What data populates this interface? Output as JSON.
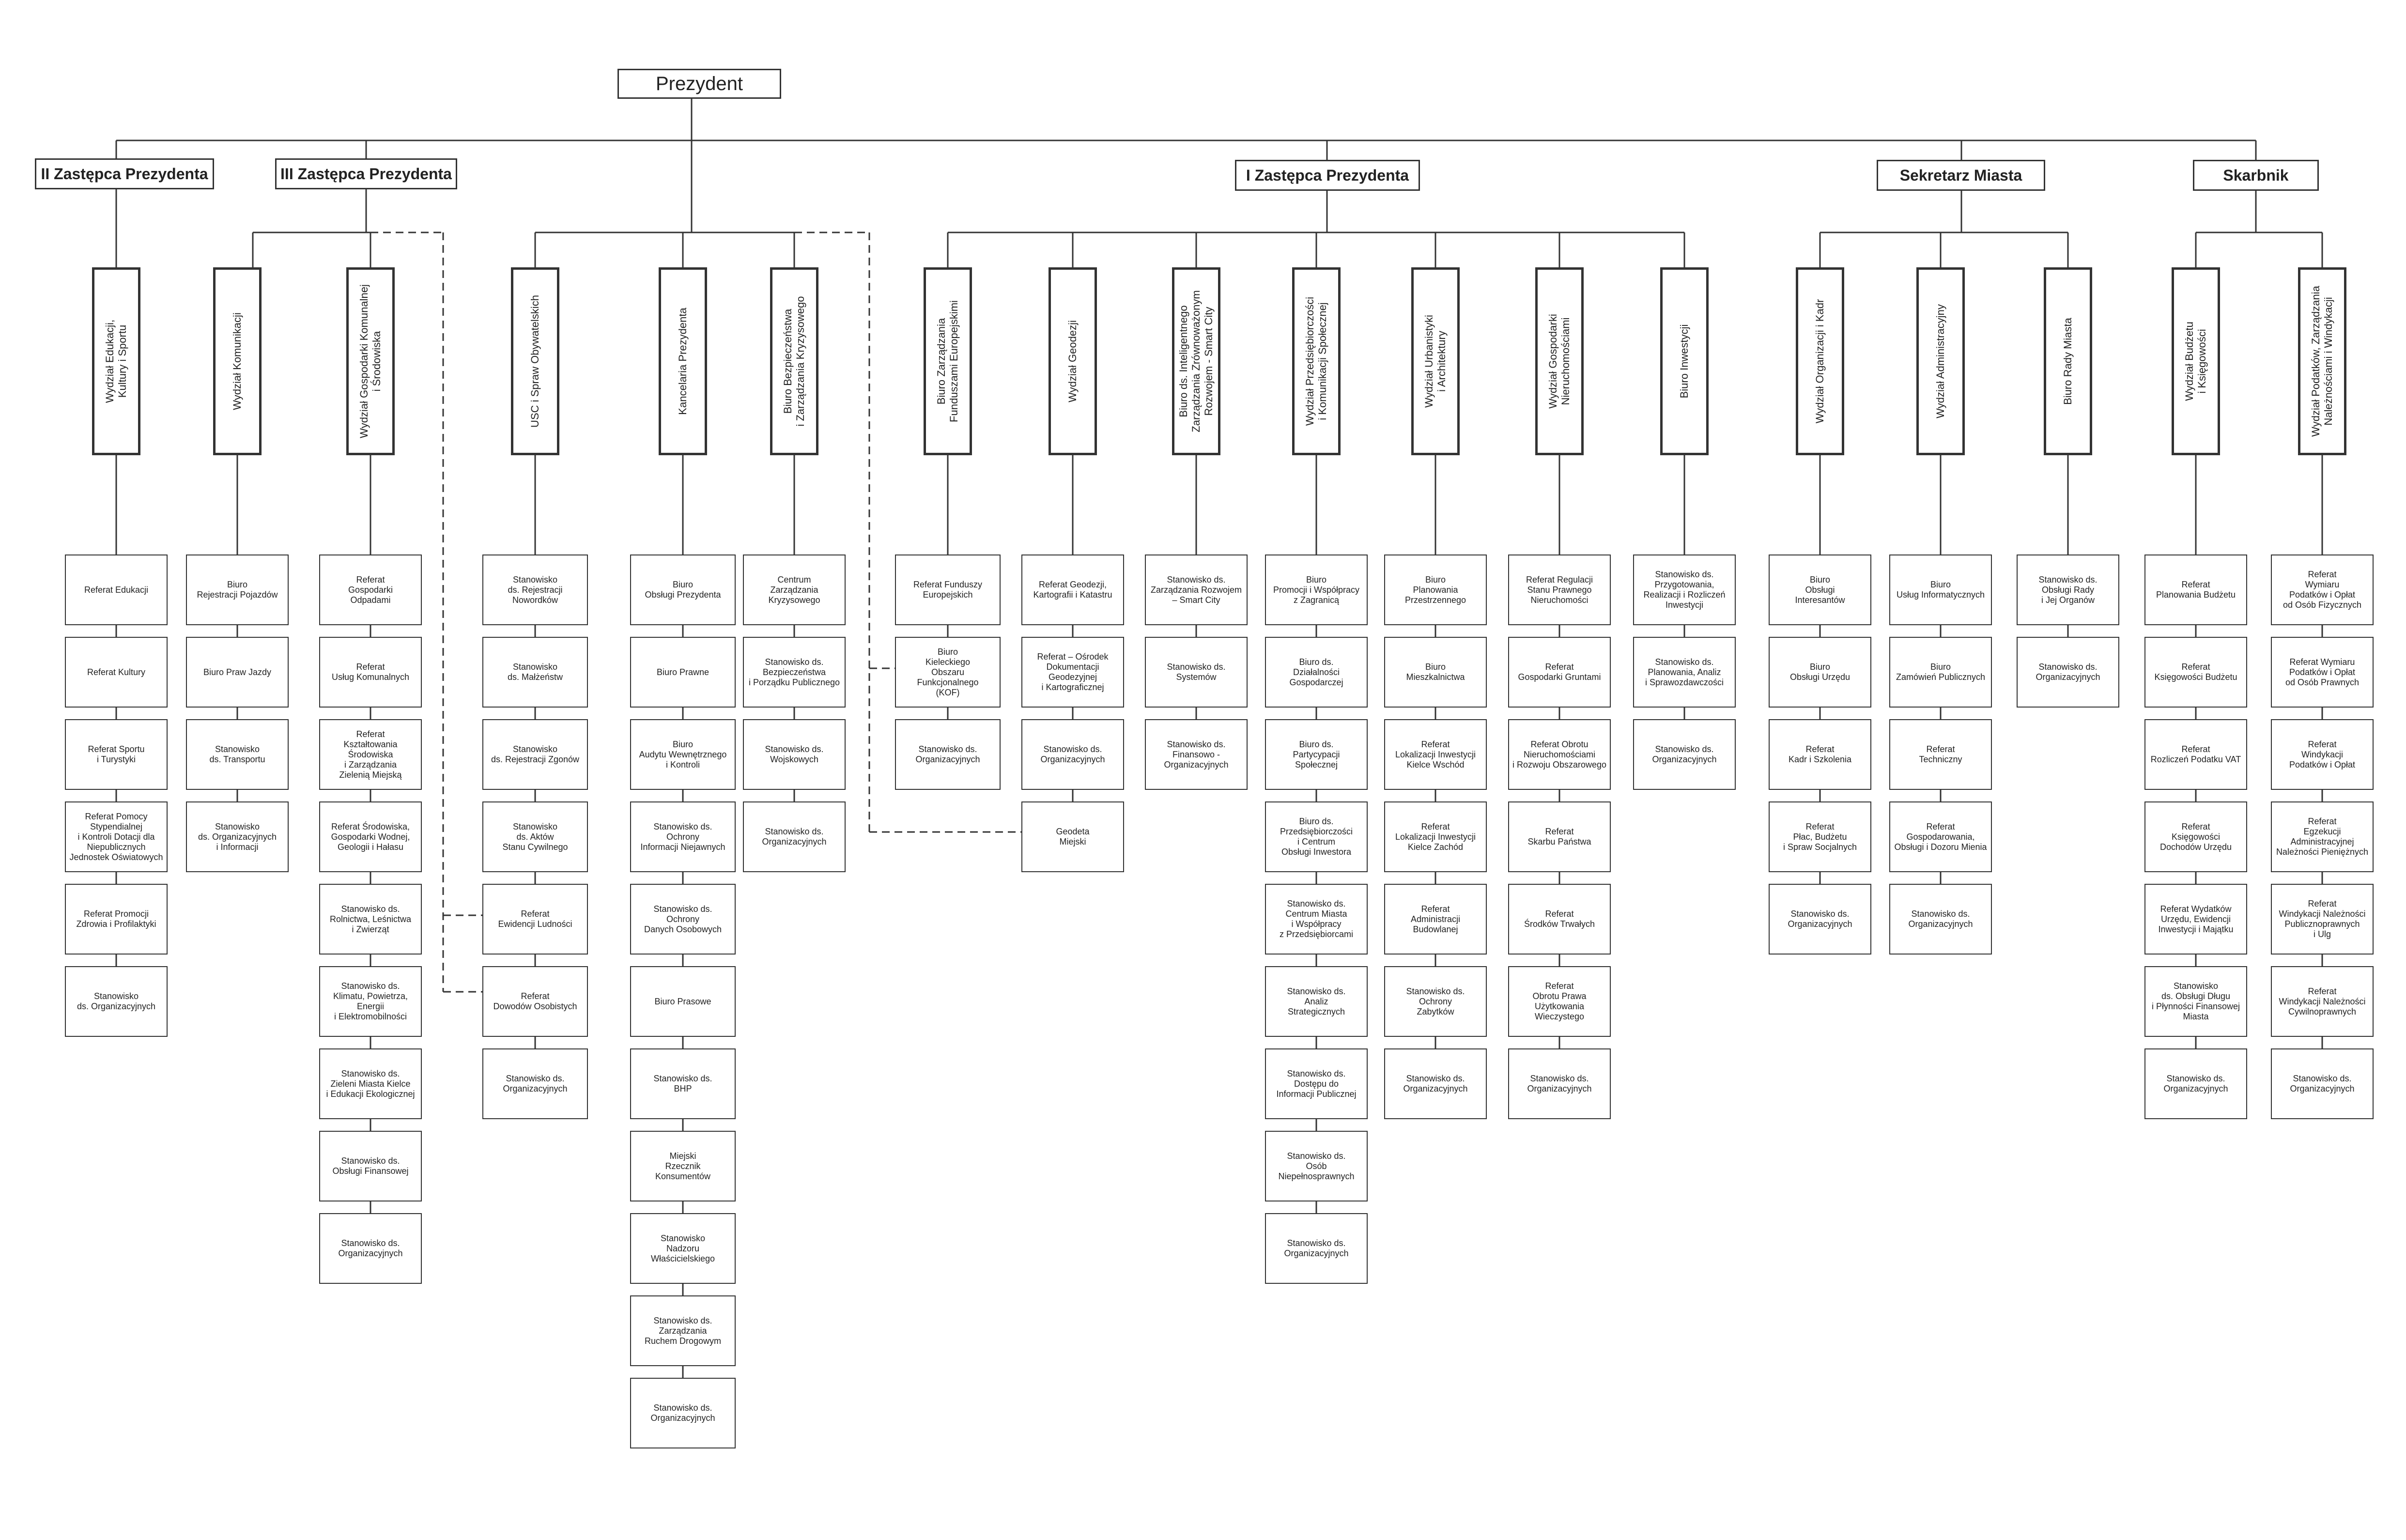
{
  "top": {
    "label": "Prezydent"
  },
  "deputies": [
    {
      "label": "II Zastępca Prezydenta"
    },
    {
      "label": "III Zastępca Prezydenta"
    },
    {
      "label": "I Zastępca Prezydenta"
    },
    {
      "label": "Sekretarz Miasta"
    },
    {
      "label": "Skarbnik"
    }
  ],
  "columns": [
    {
      "dept": "Wydział Edukacji,\nKultury i Sportu",
      "units": [
        "Referat Edukacji",
        "Referat Kultury",
        "Referat Sportu\ni Turystyki",
        "Referat Pomocy\nStypendialnej\ni Kontroli Dotacji dla\nNiepublicznych\nJednostek  Oświatowych",
        "Referat Promocji\nZdrowia i Profilaktyki",
        "Stanowisko\nds. Organizacyjnych"
      ]
    },
    {
      "dept": "Wydział Komunikacji",
      "units": [
        "Biuro\nRejestracji Pojazdów",
        "Biuro Praw Jazdy",
        "Stanowisko\nds. Transportu",
        "Stanowisko\nds. Organizacyjnych\ni Informacji"
      ]
    },
    {
      "dept": "Wydział Gospodarki Komunalnej\ni Środowiska",
      "units": [
        "Referat\nGospodarki\nOdpadami",
        "Referat\nUsług Komunalnych",
        "Referat\nKształtowania\nŚrodowiska\ni Zarządzania\nZielenią Miejską",
        "Referat Środowiska,\nGospodarki Wodnej,\nGeologii i Hałasu",
        "Stanowisko ds.\nRolnictwa, Leśnictwa\ni Zwierząt",
        "Stanowisko ds.\nKlimatu, Powietrza,\nEnergii\ni Elektromobilności",
        "Stanowisko ds.\nZieleni Miasta Kielce\ni Edukacji Ekologicznej",
        "Stanowisko ds.\nObsługi Finansowej",
        "Stanowisko ds.\nOrganizacyjnych"
      ]
    },
    {
      "dept": "USC i Spraw Obywatelskich",
      "units": [
        "Stanowisko\nds. Rejestracji\nNowordków",
        "Stanowisko\nds. Małżeństw",
        "Stanowisko\nds. Rejestracji Zgonów",
        "Stanowisko\nds. Aktów\nStanu Cywilnego",
        "Referat\nEwidencji Ludności",
        "Referat\nDowodów Osobistych",
        "Stanowisko ds.\nOrganizacyjnych"
      ]
    },
    {
      "dept": "Kancelaria Prezydenta",
      "units": [
        "Biuro\nObsługi Prezydenta",
        "Biuro Prawne",
        "Biuro\nAudytu Wewnętrznego\ni Kontroli",
        "Stanowisko ds.\nOchrony\nInformacji Niejawnych",
        "Stanowisko ds.\nOchrony\nDanych Osobowych",
        "Biuro Prasowe",
        "Stanowisko ds.\nBHP",
        "Miejski\nRzecznik\nKonsumentów",
        "Stanowisko\nNadzoru\nWłaścicielskiego",
        "Stanowisko ds.\nZarządzania\nRuchem Drogowym",
        "Stanowisko ds.\nOrganizacyjnych"
      ]
    },
    {
      "dept": "Biuro Bezpieczeństwa\ni Zarządzania Kryzysowego",
      "units": [
        "Centrum\nZarządzania\nKryzysowego",
        "Stanowisko ds.\nBezpieczeństwa\ni Porządku Publicznego",
        "Stanowisko ds.\nWojskowych",
        "Stanowisko ds.\nOrganizacyjnych"
      ]
    },
    {
      "dept": "Biuro Zarządzania\nFunduszami Europejskimi",
      "units": [
        "Referat Funduszy\nEuropejskich",
        "Biuro\nKieleckiego\nObszaru\nFunkcjonalnego\n(KOF)",
        "Stanowisko ds.\nOrganizacyjnych"
      ]
    },
    {
      "dept": "Wydział Geodezji",
      "units": [
        "Referat Geodezji,\nKartografii i Katastru",
        "Referat – Ośrodek\nDokumentacji\nGeodezyjnej\ni Kartograficznej",
        "Stanowisko ds.\nOrganizacyjnych",
        "Geodeta\nMiejski"
      ]
    },
    {
      "dept": "Biuro ds. Inteligentnego\nZarządzania Zrównoważonym\nRozwojem - Smart City",
      "units": [
        "Stanowisko ds.\nZarządzania Rozwojem\n– Smart City",
        "Stanowisko ds.\nSystemów",
        "Stanowisko ds.\nFinansowo -\nOrganizacyjnych"
      ]
    },
    {
      "dept": "Wydział Przedsiębiorczości\ni Komunikacji Społecznej",
      "units": [
        "Biuro\nPromocji i Współpracy\nz Zagranicą",
        "Biuro ds.\nDziałalności\nGospodarczej",
        "Biuro ds.\nPartycypacji\nSpołecznej",
        "Biuro ds.\nPrzedsiębiorczości\ni Centrum\nObsługi Inwestora",
        "Stanowisko ds.\nCentrum Miasta\ni Współpracy\nz Przedsiębiorcami",
        "Stanowisko ds.\nAnaliz\nStrategicznych",
        "Stanowisko ds.\nDostępu do\nInformacji Publicznej",
        "Stanowisko ds.\nOsób\nNiepełnosprawnych",
        "Stanowisko ds.\nOrganizacyjnych"
      ]
    },
    {
      "dept": "Wydział Urbanistyki\ni Architektury",
      "units": [
        "Biuro\nPlanowania\nPrzestrzennego",
        "Biuro\nMieszkalnictwa",
        "Referat\nLokalizacji Inwestycji\nKielce Wschód",
        "Referat\nLokalizacji Inwestycji\nKielce Zachód",
        "Referat\nAdministracji\nBudowlanej",
        "Stanowisko ds.\nOchrony\nZabytków",
        "Stanowisko ds.\nOrganizacyjnych"
      ]
    },
    {
      "dept": "Wydział Gospodarki\nNieruchomościami",
      "units": [
        "Referat Regulacji\nStanu Prawnego\nNieruchomości",
        "Referat\nGospodarki Gruntami",
        "Referat Obrotu\nNieruchomościami\ni Rozwoju Obszarowego",
        "Referat\nSkarbu Państwa",
        "Referat\nŚrodków Trwałych",
        "Referat\nObrotu Prawa\nUżytkowania\nWieczystego",
        "Stanowisko ds.\nOrganizacyjnych"
      ]
    },
    {
      "dept": "Biuro Inwestycji",
      "units": [
        "Stanowisko ds.\nPrzygotowania,\nRealizacji i Rozliczeń\nInwestycji",
        "Stanowisko ds.\nPlanowania, Analiz\ni Sprawozdawczości",
        "Stanowisko ds.\nOrganizacyjnych"
      ]
    },
    {
      "dept": "Wydział Organizacji i Kadr",
      "units": [
        "Biuro\nObsługi\nInteresantów",
        "Biuro\nObsługi Urzędu",
        "Referat\nKadr i Szkolenia",
        "Referat\nPłac, Budżetu\ni Spraw Socjalnych",
        "Stanowisko ds.\nOrganizacyjnych"
      ]
    },
    {
      "dept": "Wydział Administracyjny",
      "units": [
        "Biuro\nUsług Informatycznych",
        "Biuro\nZamówień Publicznych",
        "Referat\nTechniczny",
        "Referat\nGospodarowania,\nObsługi i Dozoru Mienia",
        "Stanowisko ds.\nOrganizacyjnych"
      ]
    },
    {
      "dept": "Biuro Rady Miasta",
      "units": [
        "Stanowisko ds.\nObsługi Rady\ni Jej Organów",
        "Stanowisko ds.\nOrganizacyjnych"
      ]
    },
    {
      "dept": "Wydział Budżetu\ni Księgowości",
      "units": [
        "Referat\nPlanowania Budżetu",
        "Referat\nKsięgowości Budżetu",
        "Referat\nRozliczeń Podatku VAT",
        "Referat\nKsięgowości\nDochodów Urzędu",
        "Referat Wydatków\nUrzędu, Ewidencji\nInwestycji i Majątku",
        "Stanowisko\nds. Obsługi Długu\ni Płynności Finansowej\nMiasta",
        "Stanowisko ds.\nOrganizacyjnych"
      ]
    },
    {
      "dept": "Wydział Podatków, Zarządzania\nNależnościami i Windykacji",
      "units": [
        "Referat\nWymiaru\nPodatków i Opłat\nod Osób Fizycznych",
        "Referat Wymiaru\nPodatków i Opłat\nod Osób Prawnych",
        "Referat\nWindykacji\nPodatków i Opłat",
        "Referat\nEgzekucji\nAdministracyjnej\nNależności Pieniężnych",
        "Referat\nWindykacji Należności\nPublicznoprawnych\ni Ulg",
        "Referat\nWindykacji Należności\nCywilnoprawnych",
        "Stanowisko ds.\nOrganizacyjnych"
      ]
    }
  ]
}
